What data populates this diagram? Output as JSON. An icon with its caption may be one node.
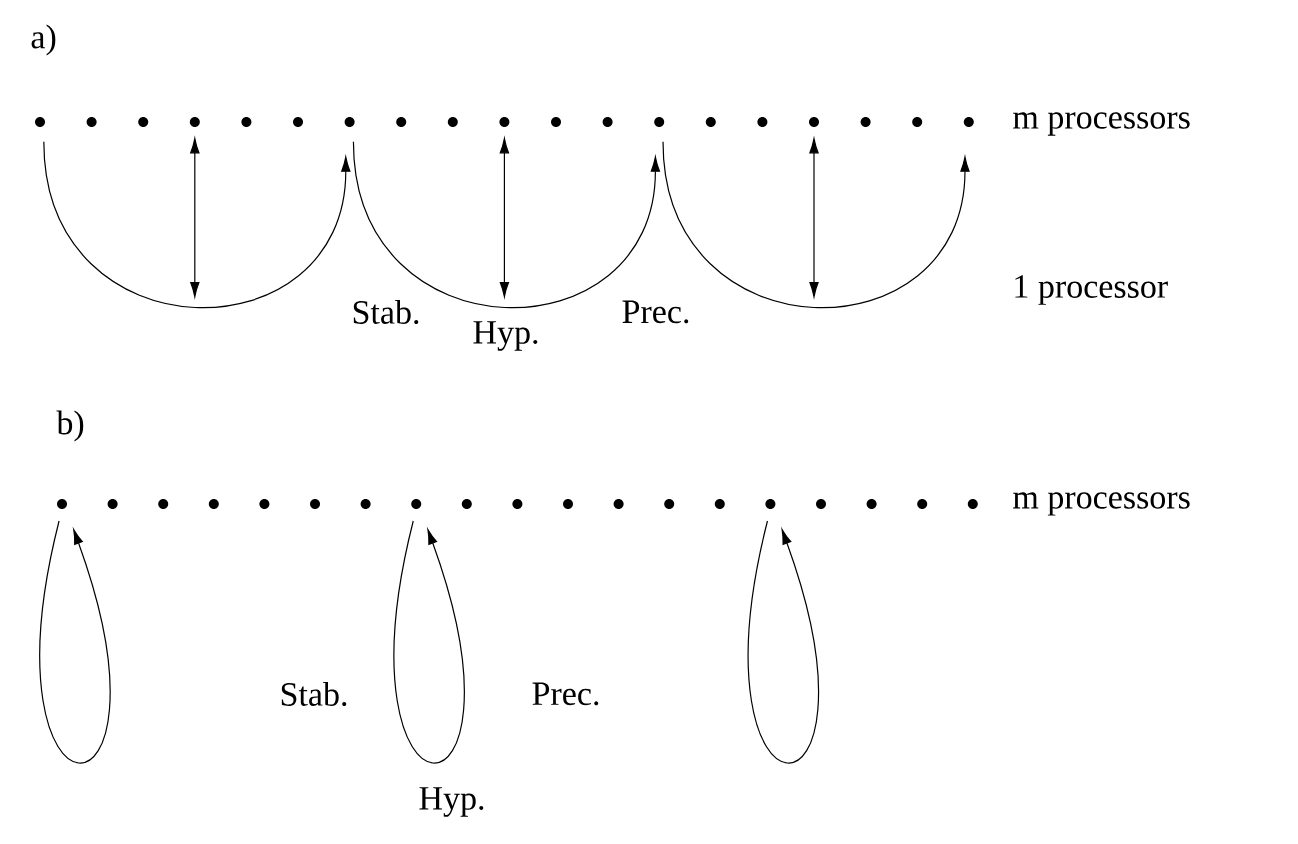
{
  "diagram": {
    "nodes": [
      {
        "text": [],
        "shape": "circle"
      },
      {
        "text": [],
        "shape": "circle"
      },
      {
        "text": [],
        "shape": "circle"
      },
      {
        "text": [],
        "shape": "circle"
      },
      {
        "text": [],
        "shape": "circle"
      },
      {
        "text": [],
        "shape": "circle"
      },
      {
        "text": [],
        "shape": "circle"
      },
      {
        "text": [],
        "shape": "circle"
      },
      {
        "text": [],
        "shape": "circle"
      },
      {
        "text": [],
        "shape": "circle"
      },
      {
        "text": [],
        "shape": "circle"
      },
      {
        "text": [],
        "shape": "circle"
      },
      {
        "text": [],
        "shape": "circle"
      },
      {
        "text": [],
        "shape": "circle"
      },
      {
        "text": [],
        "shape": "circle"
      },
      {
        "text": [],
        "shape": "circle"
      },
      {
        "text": [],
        "shape": "circle"
      },
      {
        "text": [],
        "shape": "circle"
      },
      {
        "text": [],
        "shape": "circle"
      },
      {
        "text": [],
        "shape": "circle"
      },
      {
        "text": [],
        "shape": "circle"
      },
      {
        "text": [],
        "shape": "circle"
      },
      {
        "text": [],
        "shape": "circle"
      },
      {
        "text": [],
        "shape": "circle"
      },
      {
        "text": [],
        "shape": "circle"
      },
      {
        "text": [],
        "shape": "circle"
      },
      {
        "text": [],
        "shape": "circle"
      },
      {
        "text": [],
        "shape": "circle"
      },
      {
        "text": [],
        "shape": "circle"
      },
      {
        "text": [],
        "shape": "circle"
      },
      {
        "text": [],
        "shape": "circle"
      },
      {
        "text": [],
        "shape": "circle"
      },
      {
        "text": [],
        "shape": "circle"
      },
      {
        "text": [],
        "shape": "circle"
      },
      {
        "text": [],
        "shape": "circle"
      },
      {
        "text": [],
        "shape": "circle"
      },
      {
        "text": [],
        "shape": "circle"
      },
      {
        "text": [],
        "shape": "circle"
      }
    ],
    "edges": [
      {
        "from": 0,
        "to": 6,
        "arrow": "to"
      },
      {
        "from": 3,
        "to": null,
        "arrow": "both"
      },
      {
        "from": 6,
        "to": 12,
        "arrow": "to"
      },
      {
        "from": 9,
        "to": null,
        "arrow": "both"
      },
      {
        "from": 12,
        "to": 18,
        "arrow": "to"
      },
      {
        "from": 15,
        "to": null,
        "arrow": "both"
      },
      {
        "from": 19,
        "to": 19,
        "arrow": "to"
      },
      {
        "from": 26,
        "to": 26,
        "arrow": "to"
      },
      {
        "from": 33,
        "to": 33,
        "arrow": "to"
      }
    ],
    "labels": [
      "a)",
      "m processors",
      "1 processor",
      "Stab.",
      "Hyp.",
      "Prec.",
      "b)",
      "m processors",
      "Stab.",
      "Prec.",
      "Hyp."
    ]
  }
}
